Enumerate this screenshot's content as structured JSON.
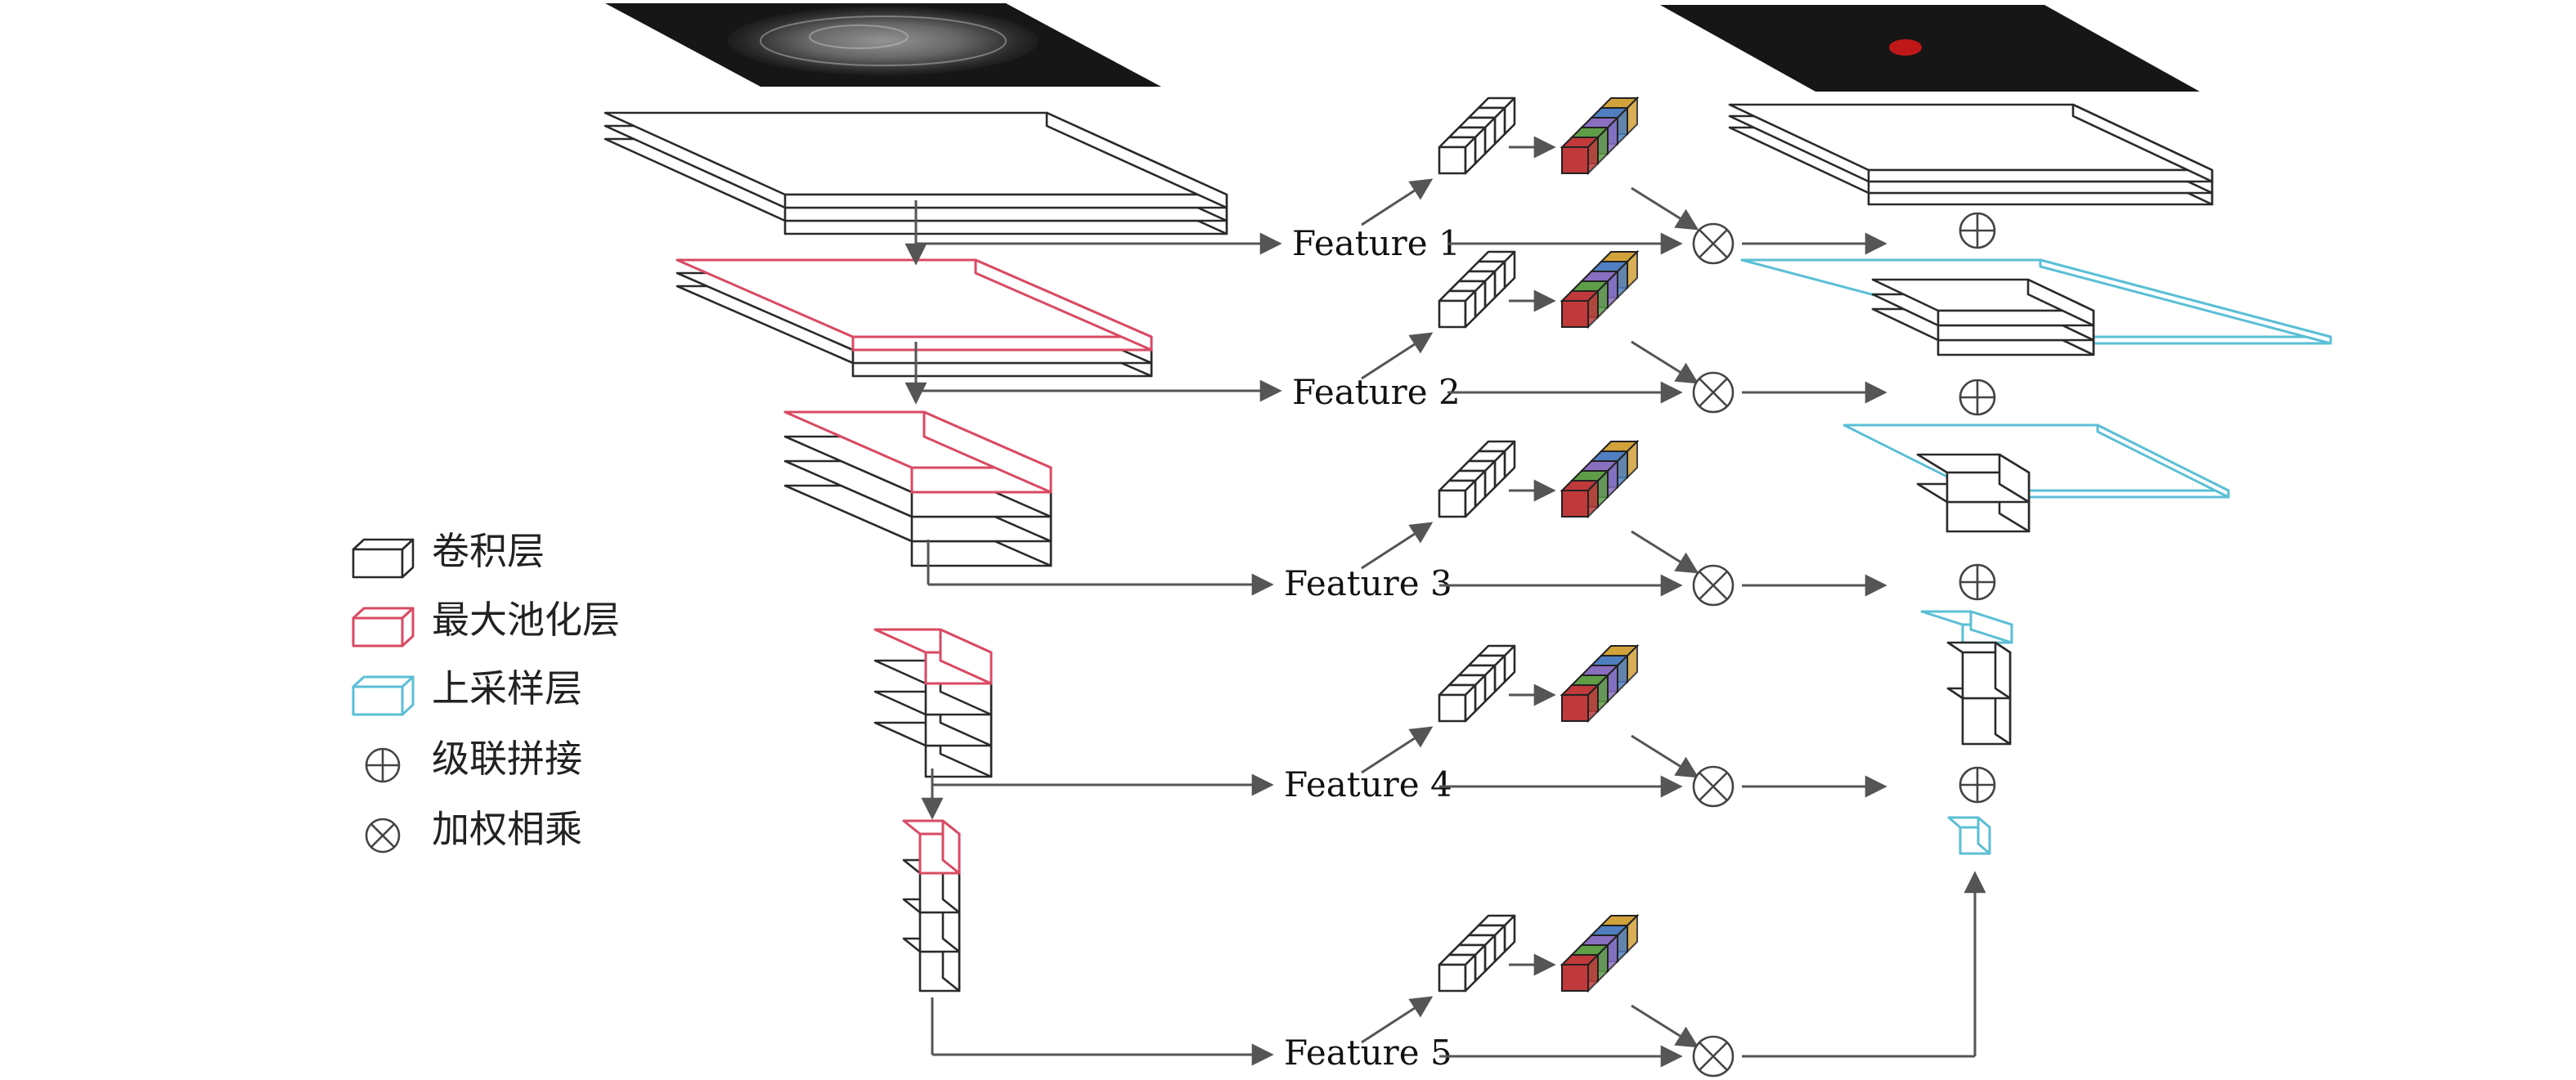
{
  "features": [
    {
      "label": "Feature 1"
    },
    {
      "label": "Feature 2"
    },
    {
      "label": "Feature 3"
    },
    {
      "label": "Feature 4"
    },
    {
      "label": "Feature 5"
    }
  ],
  "legend": [
    {
      "key": "conv",
      "label": "卷积层",
      "color": "#2a2a2a"
    },
    {
      "key": "maxpool",
      "label": "最大池化层",
      "color": "#d94a63"
    },
    {
      "key": "upsample",
      "label": "上采样层",
      "color": "#5bbfd6"
    },
    {
      "key": "concat",
      "label": "级联拼接",
      "symbol": "⊕"
    },
    {
      "key": "multiply",
      "label": "加权相乘",
      "symbol": "⊗"
    }
  ],
  "colors": {
    "conv": "#2a2a2a",
    "maxpool": "#d94a63",
    "upsample": "#5bbfd6",
    "attention_cells": [
      "#c0393b",
      "#5f9e47",
      "#8a6fc1",
      "#4f7fc0",
      "#d2a23a"
    ]
  }
}
